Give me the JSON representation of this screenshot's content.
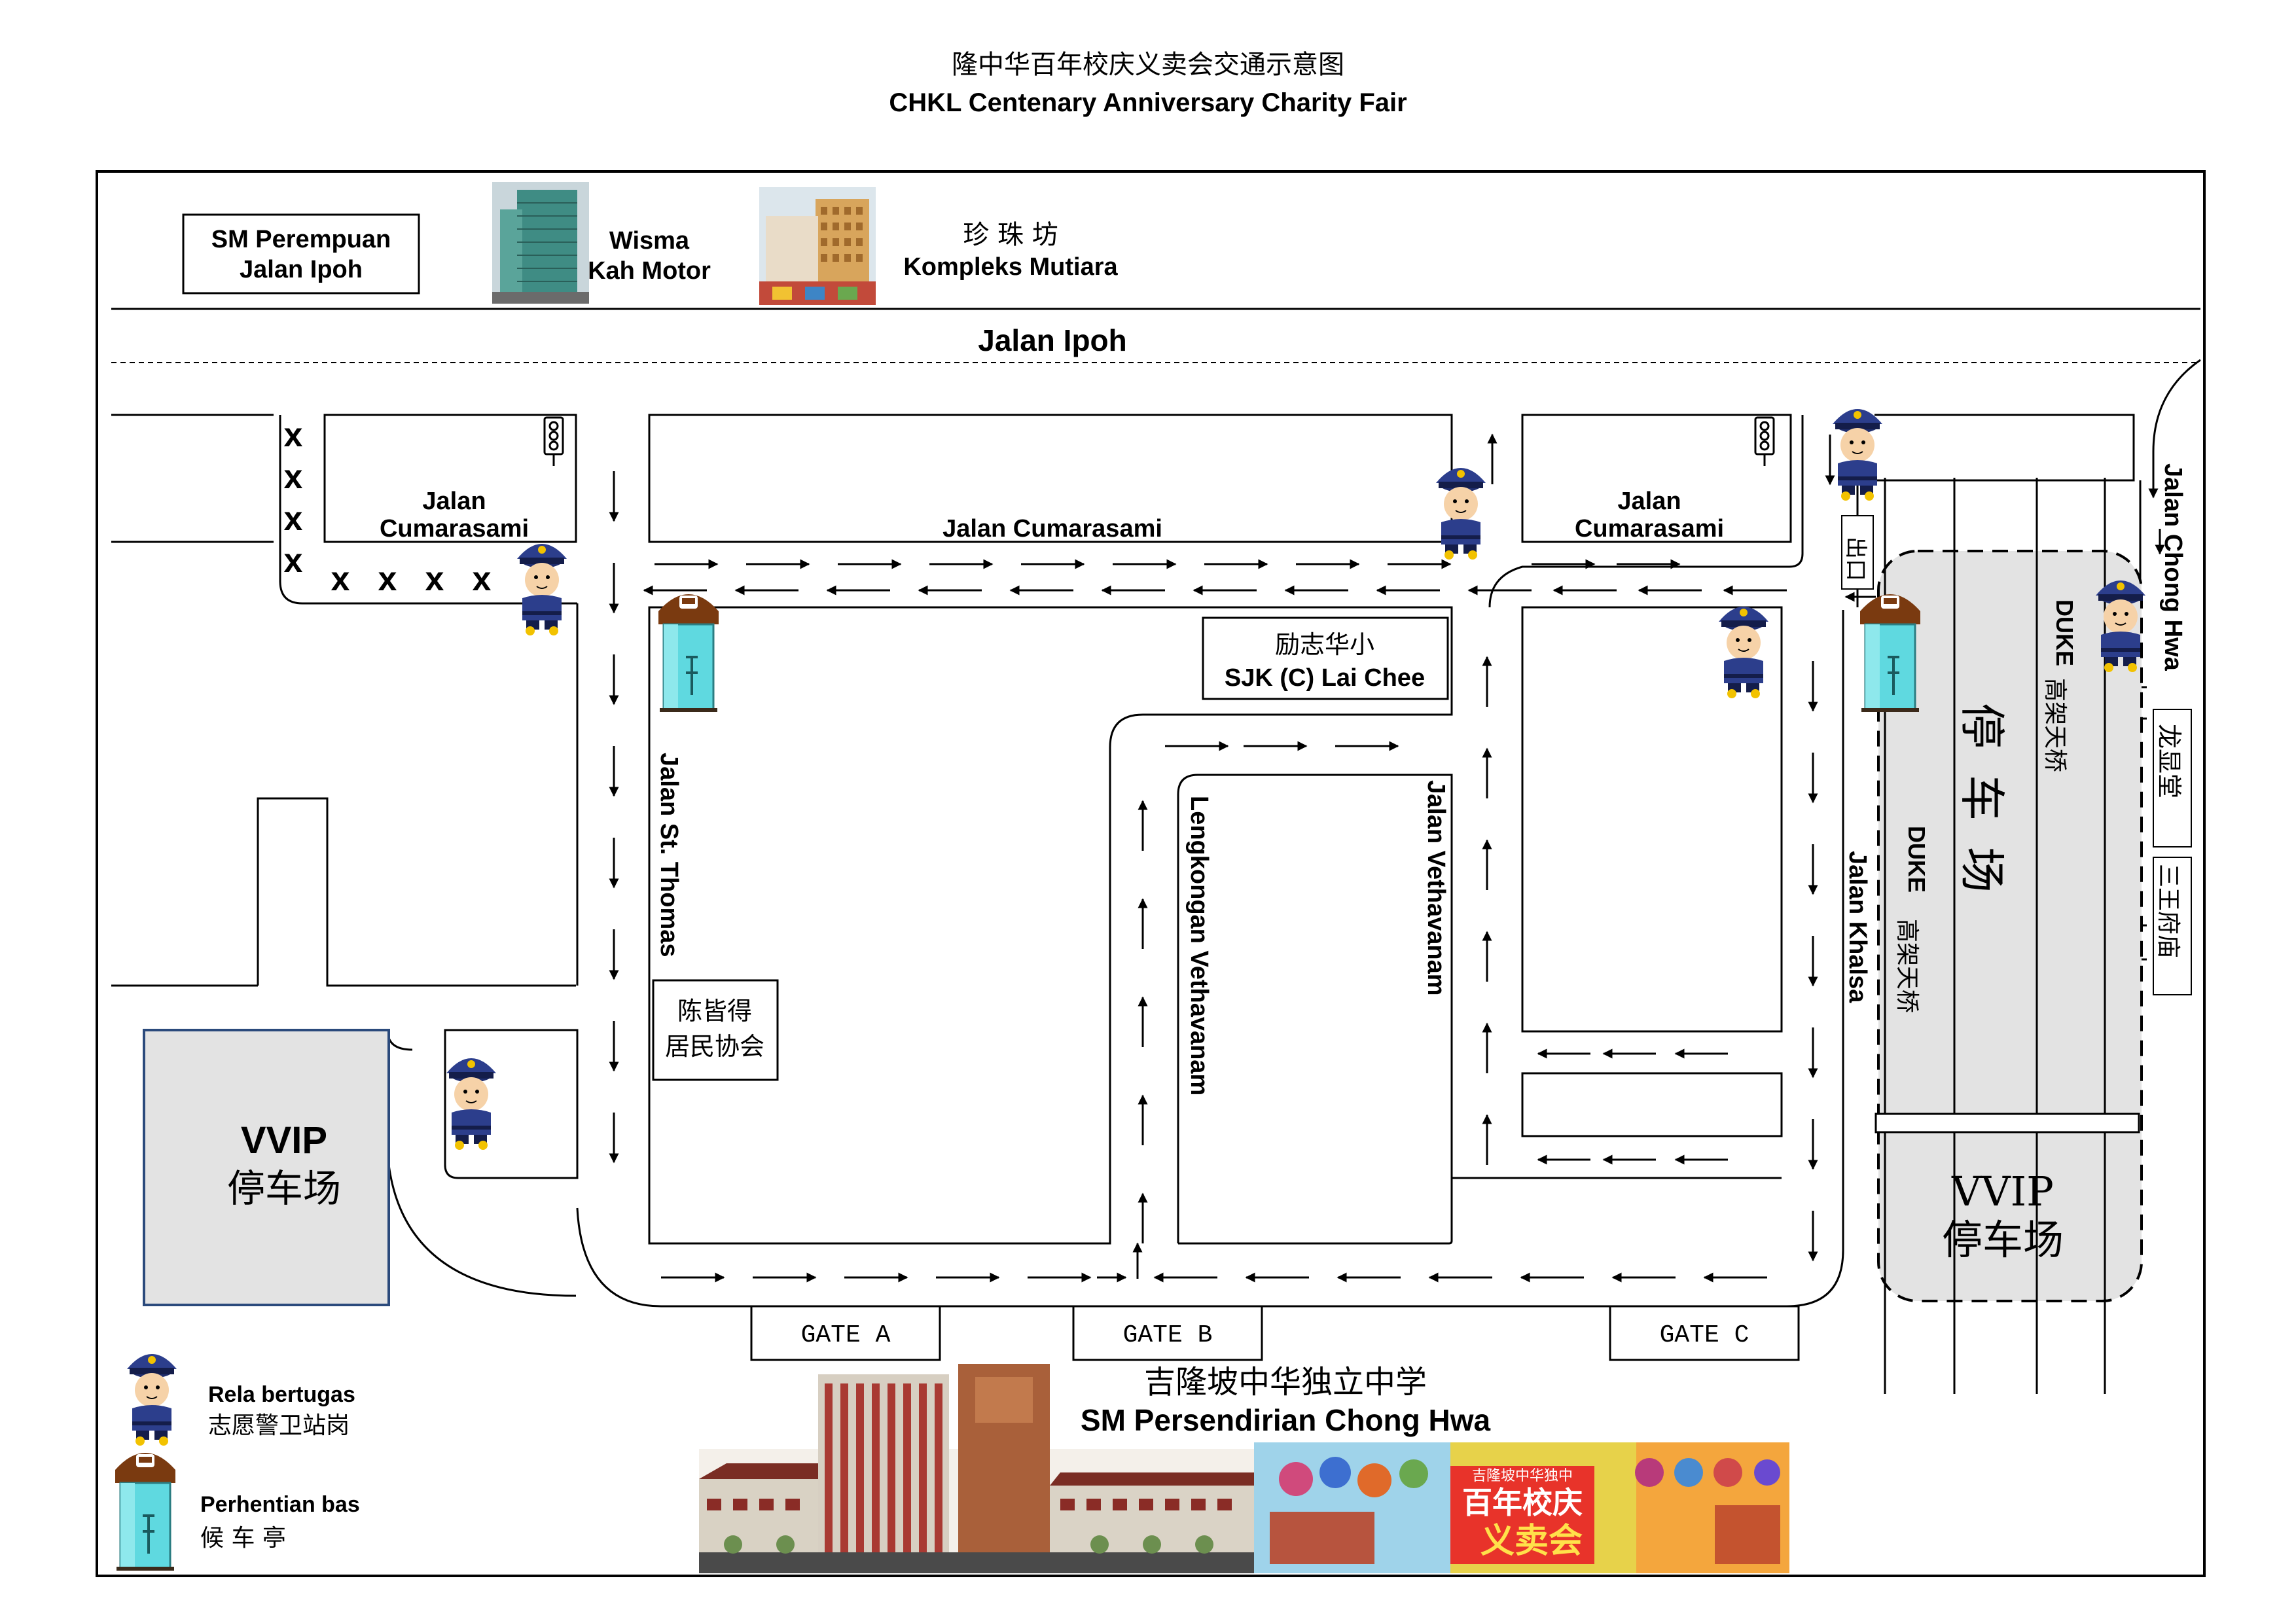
{
  "title": {
    "cn": "隆中华百年校庆义卖会交通示意图",
    "en": "CHKL Centenary Anniversary Charity Fair"
  },
  "landmarks": {
    "sm_perempuan_line1": "SM Perempuan",
    "sm_perempuan_line2": "Jalan Ipoh",
    "wisma_line1": "Wisma",
    "wisma_line2": "Kah Motor",
    "mutiara_cn": "珍 珠 坊",
    "mutiara_en": "Kompleks Mutiara",
    "lai_chee_cn": "励志华小",
    "lai_chee_en": "SJK (C) Lai Chee",
    "residents_line1": "陈皆得",
    "residents_line2": "居民协会",
    "exit_cn": "出口",
    "lung_hin_tong": "龙显堂",
    "san_wang_temple": "三王府庙",
    "carpark_cn": "停车场"
  },
  "roads": {
    "jalan_ipoh": "Jalan Ipoh",
    "cumarasami_main": "Jalan Cumarasami",
    "cumarasami_left_line1": "Jalan",
    "cumarasami_left_line2": "Cumarasami",
    "cumarasami_right_line1": "Jalan",
    "cumarasami_right_line2": "Cumarasami",
    "st_thomas": "Jalan St. Thomas",
    "lengkongan": "Lengkongan Vethavanam",
    "vethavanam": "Jalan Vethavanam",
    "khalsa": "Jalan Khalsa",
    "chong_hwa": "Jalan Chong Hwa",
    "duke_en": "DUKE",
    "duke_cn": "高架天桥"
  },
  "parking": {
    "vvip_en": "VVIP",
    "vvip_cn": "停车场"
  },
  "gates": {
    "a": "GATE A",
    "b": "GATE B",
    "c": "GATE C"
  },
  "school": {
    "cn": "吉隆坡中华独立中学",
    "en": "SM Persendirian Chong Hwa"
  },
  "banner": {
    "main": "百年校庆",
    "sub": "义卖会",
    "top": "吉隆坡中华独中"
  },
  "legend": {
    "rela_en": "Rela bertugas",
    "rela_cn": "志愿警卫站岗",
    "bus_en": "Perhentian bas",
    "bus_cn": "候 车 亭"
  },
  "colors": {
    "road_line": "#000000",
    "parking_fill": "#e3e3e3",
    "vvip_border": "#2b4a7c",
    "guard_uniform": "#2c3e8c",
    "bus_shelter_roof": "#7a3a10",
    "bus_shelter_glass": "#5fd9e0"
  }
}
